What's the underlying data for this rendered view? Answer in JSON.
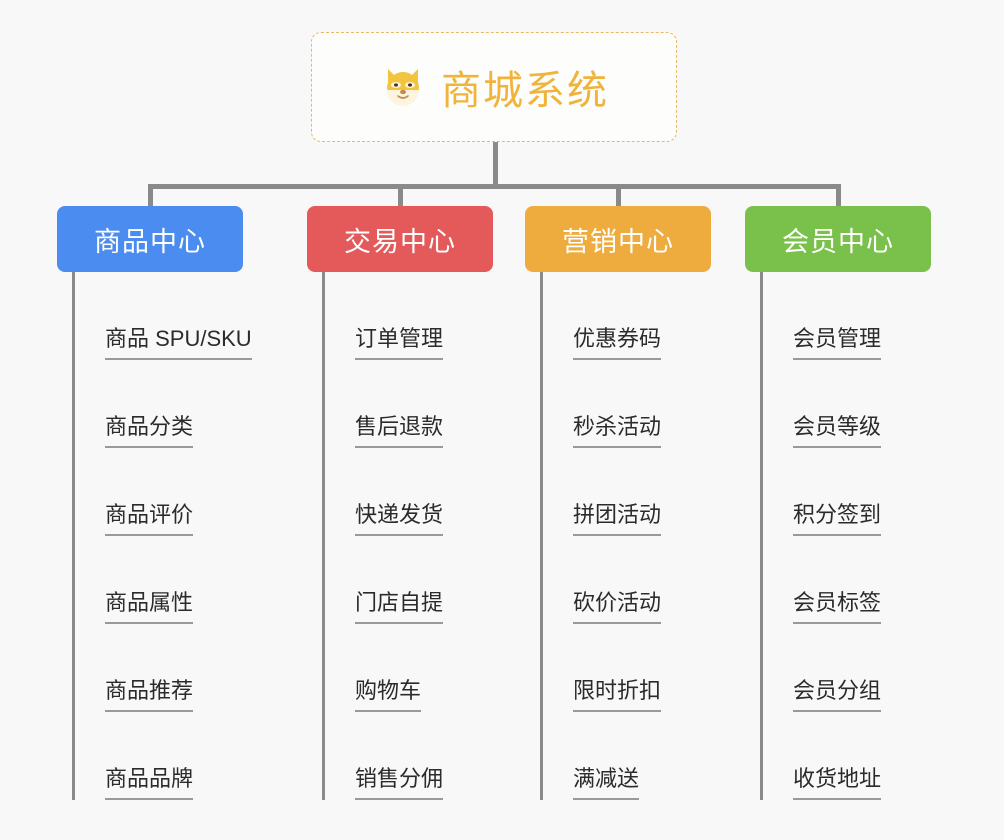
{
  "root": {
    "icon": "shiba-dog-icon",
    "title": "商城系统",
    "title_color": "#f0b43c",
    "border_color": "#e8b964"
  },
  "connector_color": "#8a8a8a",
  "branches": [
    {
      "label": "商品中心",
      "color": "#4a8cf0",
      "items": [
        "商品 SPU/SKU",
        "商品分类",
        "商品评价",
        "商品属性",
        "商品推荐",
        "商品品牌"
      ]
    },
    {
      "label": "交易中心",
      "color": "#e4595a",
      "items": [
        "订单管理",
        "售后退款",
        "快递发货",
        "门店自提",
        "购物车",
        "销售分佣"
      ]
    },
    {
      "label": "营销中心",
      "color": "#eeac3e",
      "items": [
        "优惠券码",
        "秒杀活动",
        "拼团活动",
        "砍价活动",
        "限时折扣",
        "满减送"
      ]
    },
    {
      "label": "会员中心",
      "color": "#79c14a",
      "items": [
        "会员管理",
        "会员等级",
        "积分签到",
        "会员标签",
        "会员分组",
        "收货地址"
      ]
    }
  ]
}
